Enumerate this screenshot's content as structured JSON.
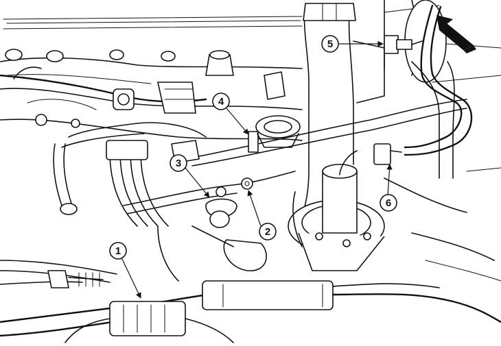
{
  "callouts": [
    {
      "id": "c1",
      "label": "1"
    },
    {
      "id": "c2",
      "label": "2"
    },
    {
      "id": "c3",
      "label": "3"
    },
    {
      "id": "c4",
      "label": "4"
    },
    {
      "id": "c5",
      "label": "5"
    },
    {
      "id": "c6",
      "label": "6"
    }
  ],
  "icons": {
    "direction_arrow": "front-direction-arrow-icon"
  },
  "colors": {
    "line": "#111111",
    "background": "#ffffff"
  }
}
